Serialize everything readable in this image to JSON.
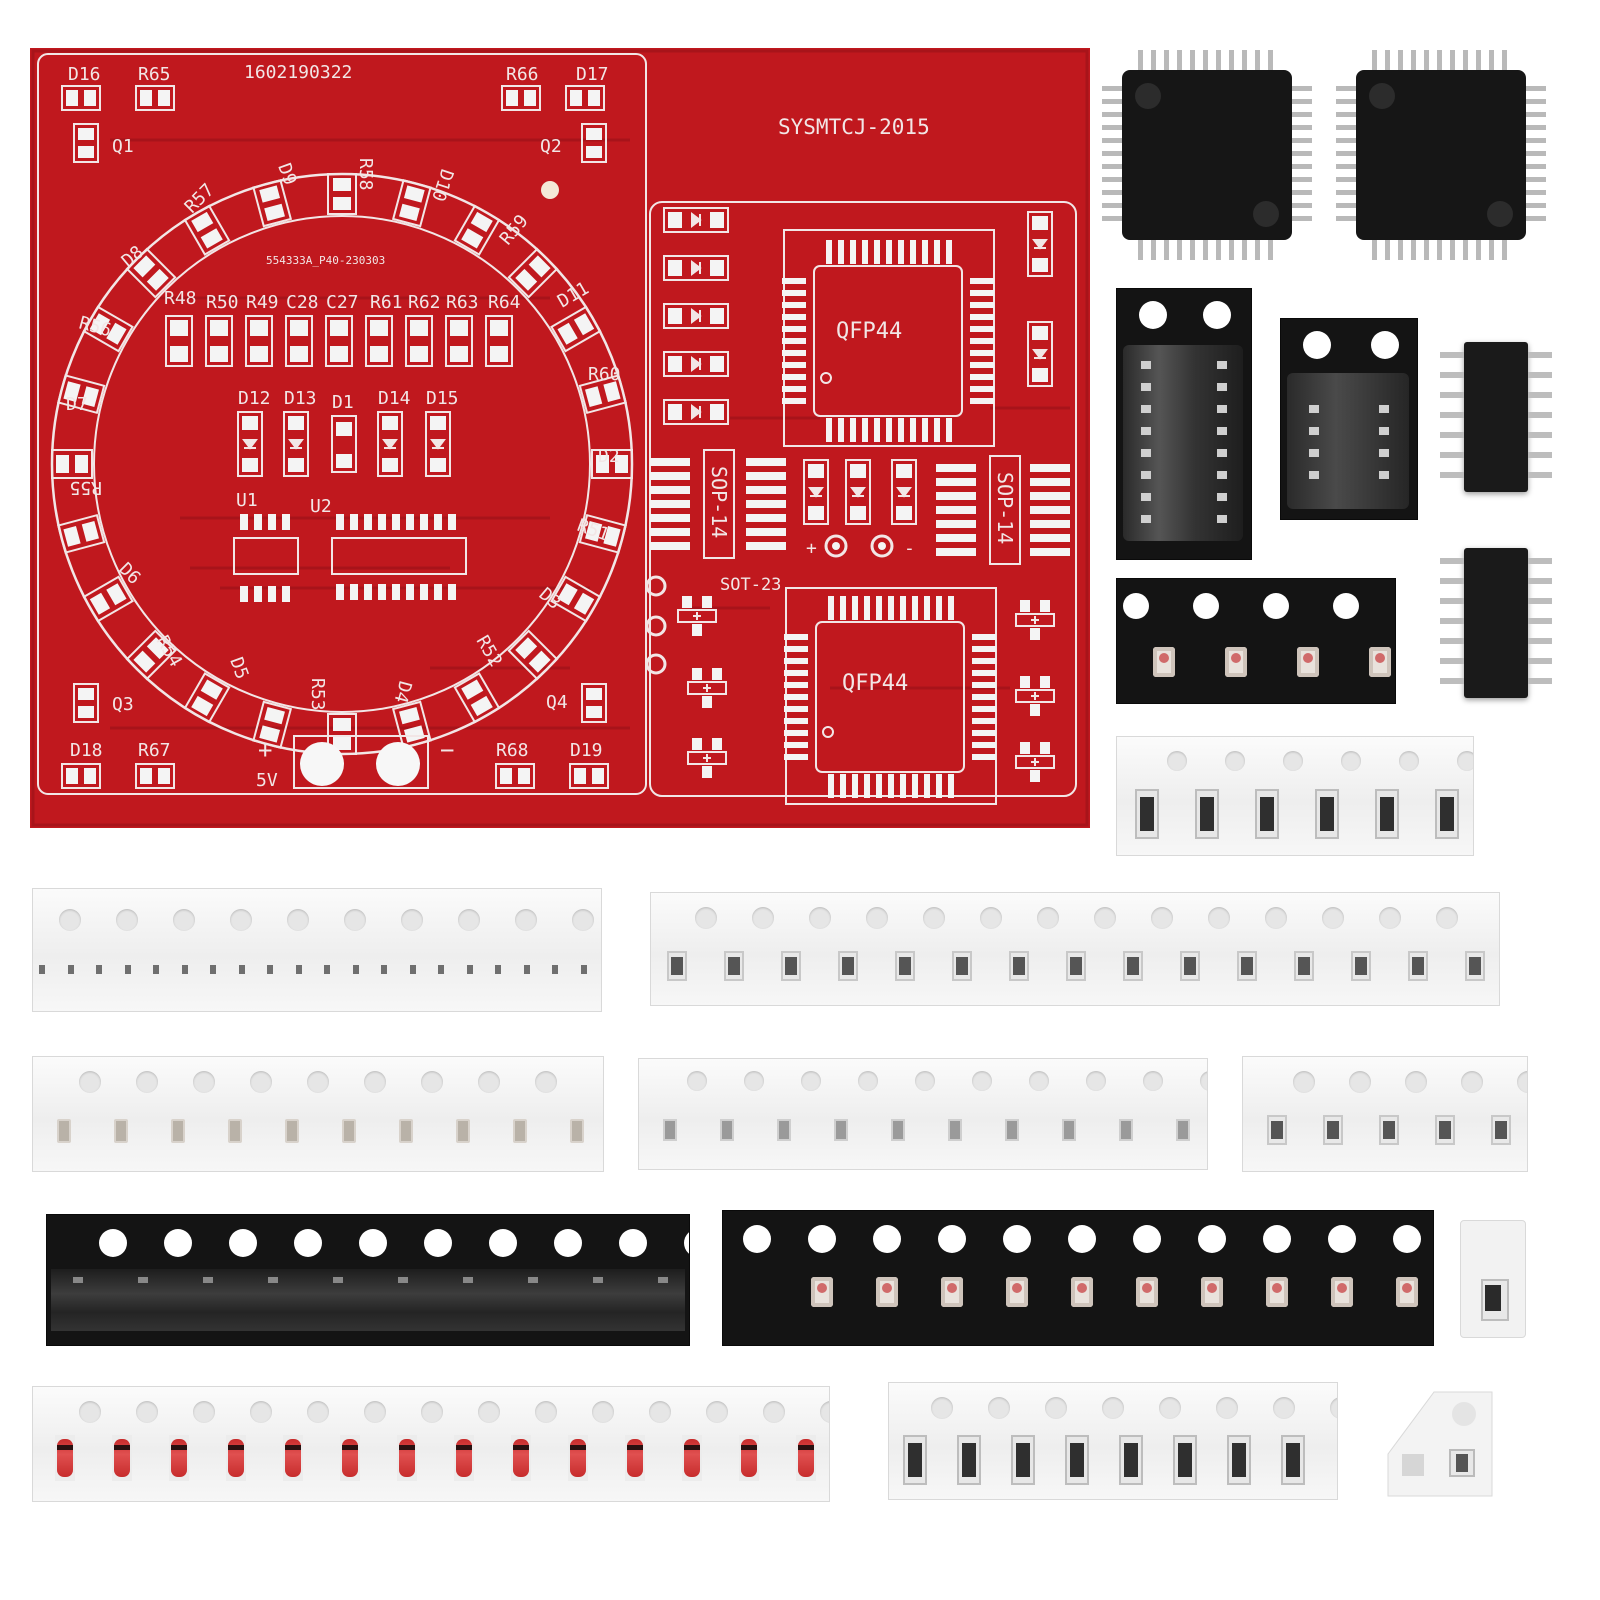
{
  "pcb": {
    "board_id": "1602190322",
    "model": "SYSMTCJ-2015",
    "ring_label": "554333A_P40-230303",
    "colors": {
      "board": "#c0181e",
      "silk": "#f2e6e6",
      "pad": "#f4f4f4"
    },
    "corner_labels": [
      {
        "name": "d16",
        "text": "D16"
      },
      {
        "name": "r65",
        "text": "R65"
      },
      {
        "name": "r66",
        "text": "R66"
      },
      {
        "name": "d17",
        "text": "D17"
      },
      {
        "name": "q1",
        "text": "Q1"
      },
      {
        "name": "q2",
        "text": "Q2"
      },
      {
        "name": "q3",
        "text": "Q3"
      },
      {
        "name": "q4",
        "text": "Q4"
      },
      {
        "name": "d18",
        "text": "D18"
      },
      {
        "name": "r67",
        "text": "R67"
      },
      {
        "name": "r68",
        "text": "R68"
      },
      {
        "name": "d19",
        "text": "D19"
      }
    ],
    "ring_labels": [
      {
        "name": "d9",
        "text": "D9"
      },
      {
        "name": "r58",
        "text": "R58"
      },
      {
        "name": "d10",
        "text": "D10"
      },
      {
        "name": "r57",
        "text": "R57"
      },
      {
        "name": "r59",
        "text": "R59"
      },
      {
        "name": "d8",
        "text": "D8"
      },
      {
        "name": "d11",
        "text": "D11"
      },
      {
        "name": "r56",
        "text": "R56"
      },
      {
        "name": "r60",
        "text": "R60"
      },
      {
        "name": "d7",
        "text": "D7"
      },
      {
        "name": "d2",
        "text": "D2"
      },
      {
        "name": "r55",
        "text": "R55"
      },
      {
        "name": "r51",
        "text": "R51"
      },
      {
        "name": "d6",
        "text": "D6"
      },
      {
        "name": "d3",
        "text": "D3"
      },
      {
        "name": "r54",
        "text": "R54"
      },
      {
        "name": "r52",
        "text": "R52"
      },
      {
        "name": "d5",
        "text": "D5"
      },
      {
        "name": "r53",
        "text": "R53"
      },
      {
        "name": "d4",
        "text": "D4"
      }
    ],
    "resistor_row": [
      "R48",
      "R50",
      "R49",
      "C28",
      "C27",
      "R61",
      "R62",
      "R63",
      "R64"
    ],
    "diode_row": [
      "D12",
      "D13",
      "D1",
      "D14",
      "D15"
    ],
    "ic_labels": [
      "U1",
      "U2"
    ],
    "power": {
      "plus": "+",
      "minus": "−",
      "voltage": "5V"
    },
    "right_labels": {
      "qfp_top": "QFP44",
      "qfp_bottom": "QFP44",
      "sop_left": "SOP-14",
      "sop_right": "SOP-14",
      "sot": "SOT-23",
      "plus": "+",
      "minus": "-"
    }
  },
  "components": {
    "qfp_chips": 2,
    "tapes": [
      {
        "name": "sop16-tape",
        "color": "black"
      },
      {
        "name": "sop8-tape",
        "color": "black"
      },
      {
        "name": "led-tape-short",
        "color": "black"
      },
      {
        "name": "resistor-tape-short",
        "color": "white"
      },
      {
        "name": "micro-cap-tape",
        "color": "white"
      },
      {
        "name": "resistor-tape-long",
        "color": "white"
      },
      {
        "name": "cap-tape",
        "color": "white"
      },
      {
        "name": "small-resistor-tape",
        "color": "white"
      },
      {
        "name": "resistor-tape-mid",
        "color": "white"
      },
      {
        "name": "sot23-tape",
        "color": "black"
      },
      {
        "name": "led-tape-long",
        "color": "black"
      },
      {
        "name": "diode-tape",
        "color": "white"
      },
      {
        "name": "resistor-tape-bottom",
        "color": "white"
      }
    ],
    "loose_parts": [
      "single-resistor",
      "tape-cutout"
    ]
  }
}
